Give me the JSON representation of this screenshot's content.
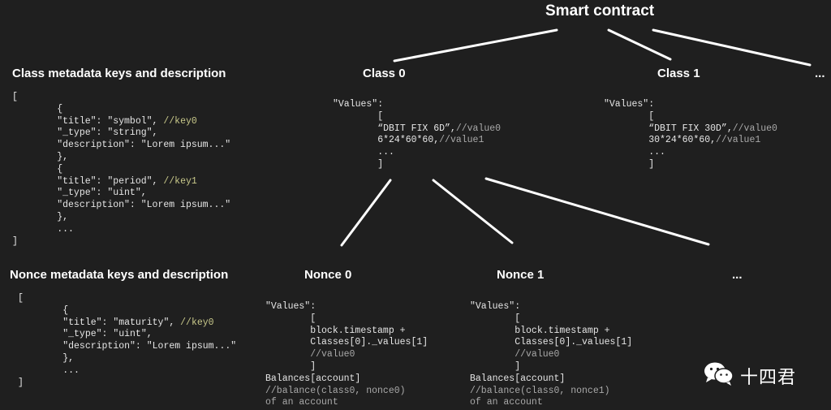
{
  "headings": {
    "smart_contract": "Smart contract",
    "class0": "Class 0",
    "class1": "Class 1",
    "class_more": "...",
    "nonce0": "Nonce 0",
    "nonce1": "Nonce 1",
    "nonce_more": "...",
    "class_meta": "Class metadata keys and description",
    "nonce_meta": "Nonce metadata keys and description"
  },
  "class_meta_code": {
    "open": "[",
    "obj_open": "{",
    "k1_title": "\"title\": \"symbol\",",
    "k1_comment": "//key0",
    "k1_type": "\"_type\": \"string\",",
    "k1_desc": "\"description\": \"Lorem ipsum...\"",
    "obj_close1": "},",
    "obj_open2": "{",
    "k2_title": "\"title\": \"period\",",
    "k2_comment": "//key1",
    "k2_type": "\"_type\": \"uint\",",
    "k2_desc": "\"description\": \"Lorem ipsum...\"",
    "obj_close2": "},",
    "ellipsis": "...",
    "close": "]"
  },
  "nonce_meta_code": {
    "open": "[",
    "obj_open": "{",
    "title": "\"title\": \"maturity\",",
    "comment": "//key0",
    "type": "\"_type\": \"uint\",",
    "desc": "\"description\": \"Lorem ipsum...\"",
    "obj_close": "},",
    "ellipsis": "...",
    "close": "]"
  },
  "class0_code": {
    "values": "\"Values\":",
    "open": "[",
    "v0": "“DBIT FIX 6D”,",
    "v0_comment": "//value0",
    "v1": "6*24*60*60,",
    "v1_comment": "//value1",
    "ellipsis": "...",
    "close": "]"
  },
  "class1_code": {
    "values": "\"Values\":",
    "open": "[",
    "v0": "“DBIT FIX 30D”,",
    "v0_comment": "//value0",
    "v1": "30*24*60*60,",
    "v1_comment": "//value1",
    "ellipsis": "...",
    "close": "]"
  },
  "nonce0_code": {
    "values": "\"Values\":",
    "open": "[",
    "l1": "block.timestamp +",
    "l2": "Classes[0]._values[1]",
    "comment": "//value0",
    "close": "]",
    "balances": "Balances[account]",
    "bal_comment1": "//balance(class0, nonce0)",
    "bal_comment2": "of an account"
  },
  "nonce1_code": {
    "values": "\"Values\":",
    "open": "[",
    "l1": "block.timestamp +",
    "l2": "Classes[0]._values[1]",
    "comment": "//value0",
    "close": "]",
    "balances": "Balances[account]",
    "bal_comment1": "//balance(class0, nonce1)",
    "bal_comment2": "of an account"
  },
  "watermark": {
    "icon": "wechat-icon",
    "text": "十四君"
  },
  "colors": {
    "background": "#1f1f1f",
    "text": "#ffffff",
    "code": "#e6e6e6",
    "comment_key": "#c8c88a",
    "comment_gray": "#a9a9a9"
  }
}
